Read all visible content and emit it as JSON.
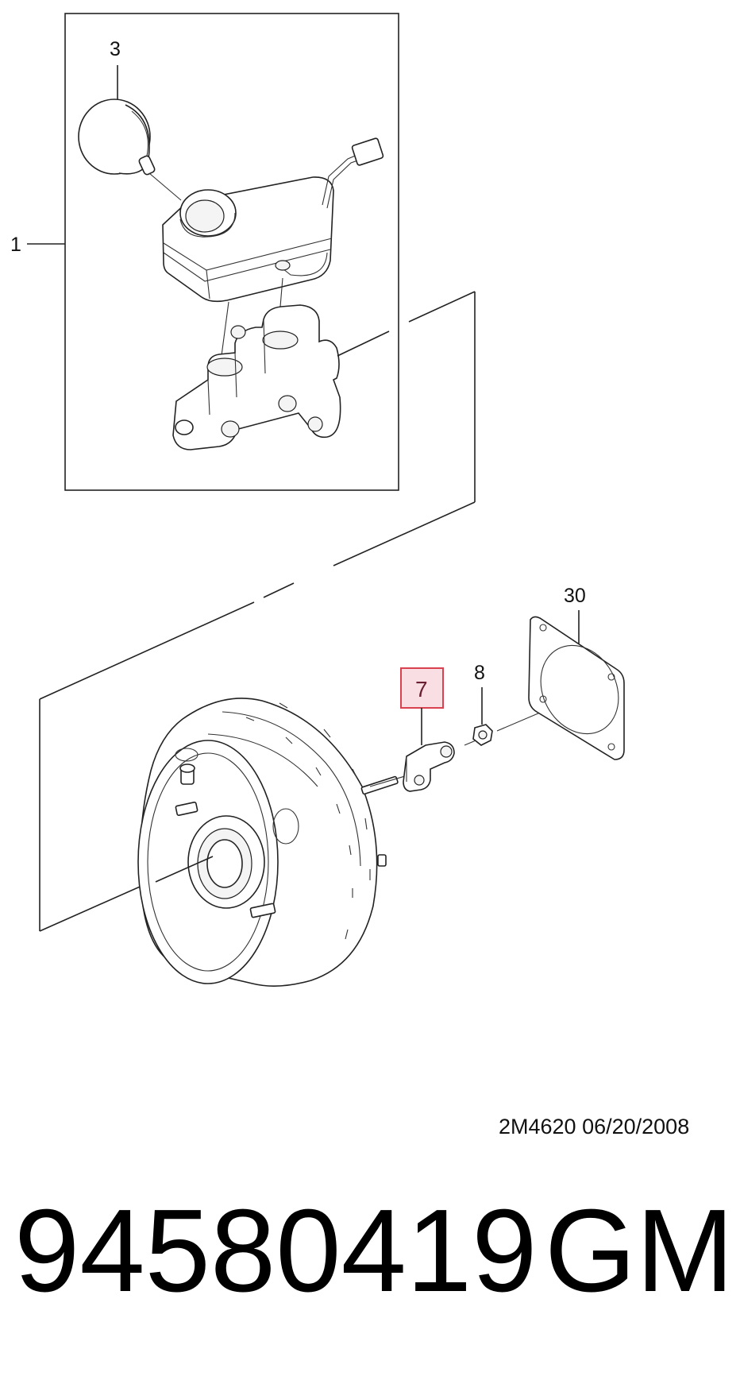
{
  "callouts": {
    "c1": "1",
    "c3": "3",
    "c7": "7",
    "c8": "8",
    "c30": "30"
  },
  "highlight": {
    "fill": "#f9dfe4",
    "stroke": "#d9414f"
  },
  "stamp": "2M4620  06/20/2008",
  "part_number": "94580419",
  "brand": "GM"
}
